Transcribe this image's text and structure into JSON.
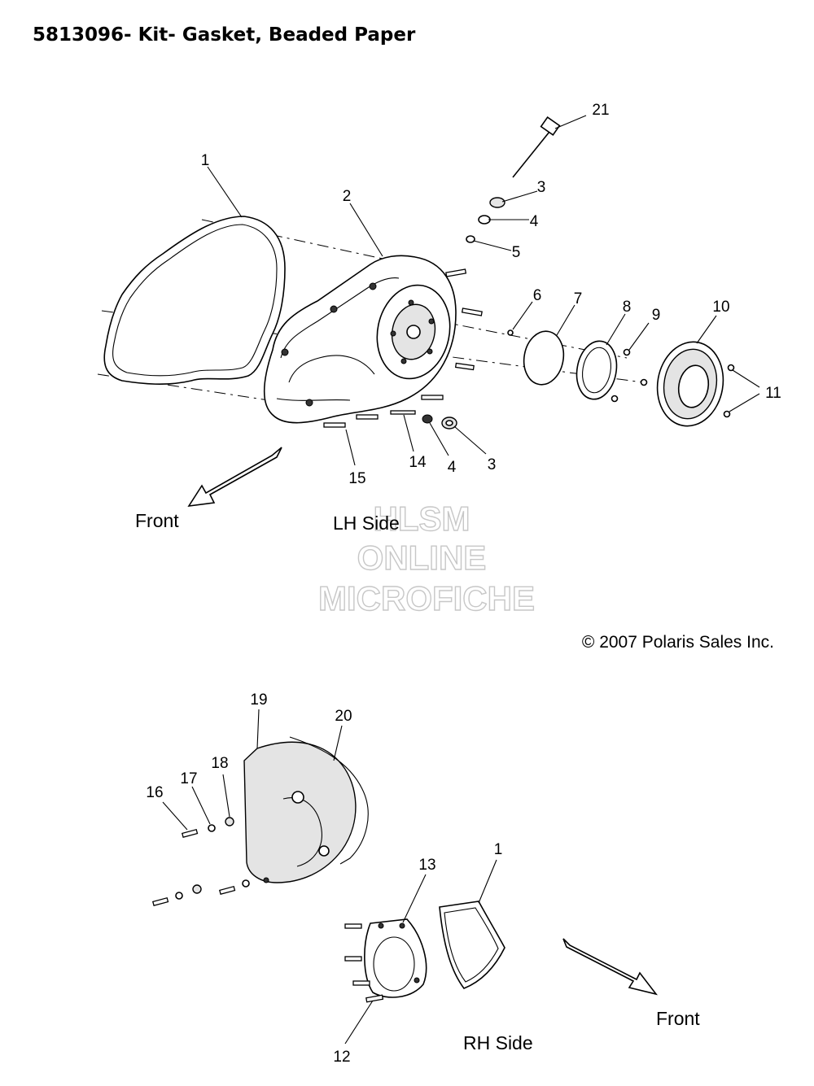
{
  "title": "5813096- Kit- Gasket, Beaded Paper",
  "labels": {
    "front_lh": "Front",
    "lh_side": "LH Side",
    "front_rh": "Front",
    "rh_side": "RH Side",
    "copyright": "© 2007 Polaris Sales Inc."
  },
  "watermark": {
    "line1": "HLSM",
    "line2": "ONLINE",
    "line3": "MICROFICHE"
  },
  "callouts": {
    "c1_top": "1",
    "c2": "2",
    "c3_top": "3",
    "c4_top": "4",
    "c5": "5",
    "c6": "6",
    "c7": "7",
    "c8": "8",
    "c9": "9",
    "c10": "10",
    "c11": "11",
    "c14": "14",
    "c4_bottom": "4",
    "c3_bottom": "3",
    "c15": "15",
    "c21": "21",
    "c19": "19",
    "c20": "20",
    "c18": "18",
    "c17": "17",
    "c16": "16",
    "c13": "13",
    "c1_bottom": "1",
    "c12": "12"
  },
  "colors": {
    "line": "#000000",
    "watermark": "#c7c7c7",
    "background": "#ffffff"
  }
}
